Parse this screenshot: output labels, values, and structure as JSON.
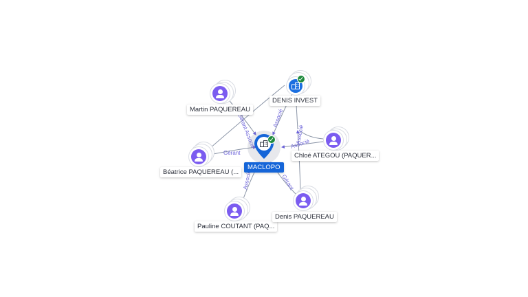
{
  "colors": {
    "company": "#1565d8",
    "person": "#7b5cf0",
    "edge": "#8a94a6",
    "edge_label": "#6c63d9",
    "verified": "#1e8a3d"
  },
  "center": {
    "label": "MACLOPO",
    "icon": "building-icon",
    "verified": true
  },
  "company_nodes": [
    {
      "label": "DENIS INVEST",
      "icon": "building-icon",
      "verified": true
    }
  ],
  "person_nodes": [
    {
      "label": "Martin PAQUEREAU",
      "icon": "person-icon"
    },
    {
      "label": "Béatrice PAQUEREAU (...",
      "icon": "person-icon"
    },
    {
      "label": "Chloé ATEGOU (PAQUER...",
      "icon": "person-icon"
    },
    {
      "label": "Pauline COUTANT (PAQ...",
      "icon": "person-icon"
    },
    {
      "label": "Denis PAQUEREAU",
      "icon": "person-icon"
    }
  ],
  "edges": [
    {
      "from": "Béatrice PAQUEREAU (...",
      "to": "MACLOPO",
      "label": "Gérant"
    },
    {
      "from": "Martin PAQUEREAU",
      "to": "MACLOPO",
      "label": "Gérant Associé"
    },
    {
      "from": "DENIS INVEST",
      "to": "MACLOPO",
      "label": "Associé"
    },
    {
      "from": "Chloé ATEGOU (PAQUER...",
      "to": "MACLOPO",
      "label": "Associé"
    },
    {
      "from": "Pauline COUTANT (PAQ...",
      "to": "MACLOPO",
      "label": "Associé"
    },
    {
      "from": "Denis PAQUEREAU",
      "to": "MACLOPO",
      "label": "Gérant"
    },
    {
      "from": "Denis PAQUEREAU",
      "to": "DENIS INVEST",
      "label": "Gérant"
    },
    {
      "from": "Béatrice PAQUEREAU (...",
      "to": "DENIS INVEST",
      "label": ""
    },
    {
      "from": "Chloé ATEGOU (PAQUER...",
      "to": "DENIS INVEST",
      "label": "Associé"
    }
  ]
}
